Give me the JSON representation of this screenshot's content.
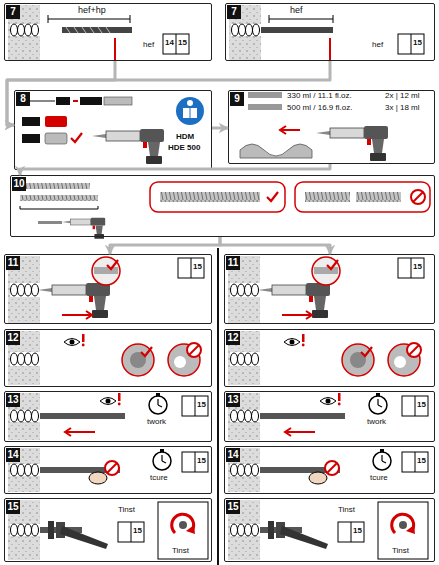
{
  "diagram": {
    "nodes": [
      {
        "text": [
          "7"
        ]
      },
      {
        "text": [
          "7"
        ]
      },
      {
        "text": [
          "8"
        ]
      },
      {
        "text": [
          "9"
        ]
      },
      {
        "text": [
          "10"
        ]
      },
      {
        "text": [
          "11"
        ]
      },
      {
        "text": [
          "11"
        ]
      },
      {
        "text": [
          "12"
        ]
      },
      {
        "text": [
          "12"
        ]
      },
      {
        "text": [
          "13"
        ]
      },
      {
        "text": [
          "13"
        ]
      },
      {
        "text": [
          "14"
        ]
      },
      {
        "text": [
          "14"
        ]
      },
      {
        "text": [
          "15"
        ]
      },
      {
        "text": [
          "15"
        ]
      }
    ],
    "edges": [
      {
        "from": 0,
        "to": 2,
        "arrow": "to"
      },
      {
        "from": 1,
        "to": 2,
        "arrow": "to"
      },
      {
        "from": 2,
        "to": 3,
        "arrow": "to"
      },
      {
        "from": 3,
        "to": 4,
        "arrow": "to"
      },
      {
        "from": 4,
        "to": 5,
        "arrow": "to"
      },
      {
        "from": 4,
        "to": 6,
        "arrow": "to"
      }
    ],
    "labels": [
      "hef+hp",
      "hef",
      "14",
      "15",
      "hef",
      "hef",
      "15",
      "HDM",
      "HDE 500",
      "330 ml / 11.1 fl.oz.",
      "2x | 12 ml",
      "500 ml / 16.9 fl.oz.",
      "3x | 18 ml",
      "15",
      "15",
      "twork",
      "15",
      "twork",
      "15",
      "tcure",
      "15",
      "tcure",
      "15",
      "Tinst",
      "15",
      "Tinst",
      "Tinst",
      "15",
      "Tinst"
    ]
  }
}
